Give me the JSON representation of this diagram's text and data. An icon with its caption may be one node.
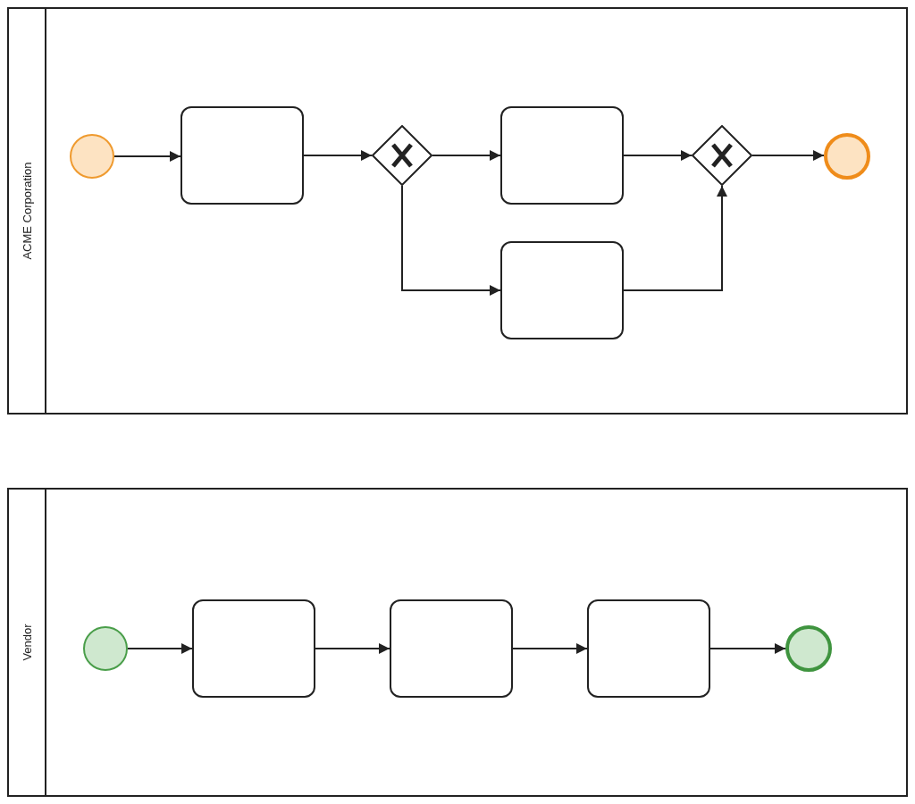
{
  "diagram": {
    "nodes": [
      {
        "text": [
          "ACME Corporation"
        ]
      },
      {
        "text": [],
        "shape": "circle",
        "in": 0
      },
      {
        "text": [],
        "shape": "box",
        "in": 0
      },
      {
        "text": [],
        "shape": "diamond",
        "in": 0
      },
      {
        "text": [],
        "shape": "box",
        "in": 0
      },
      {
        "text": [],
        "shape": "box",
        "in": 0
      },
      {
        "text": [],
        "shape": "diamond",
        "in": 0
      },
      {
        "text": [],
        "shape": "circle",
        "in": 0
      },
      {
        "text": [
          "Vendor"
        ]
      },
      {
        "text": [],
        "shape": "circle",
        "in": 8
      },
      {
        "text": [],
        "shape": "box",
        "in": 8
      },
      {
        "text": [],
        "shape": "box",
        "in": 8
      },
      {
        "text": [],
        "shape": "box",
        "in": 8
      },
      {
        "text": [],
        "shape": "circle",
        "in": 8
      }
    ],
    "edges": [
      {
        "from": 1,
        "to": 2,
        "arrow": "to"
      },
      {
        "from": 2,
        "to": 3,
        "arrow": "to"
      },
      {
        "from": 3,
        "to": 4,
        "arrow": "to"
      },
      {
        "from": 3,
        "to": 5,
        "arrow": "to"
      },
      {
        "from": 4,
        "to": 6,
        "arrow": "to"
      },
      {
        "from": 5,
        "to": 6,
        "arrow": "to"
      },
      {
        "from": 6,
        "to": 7,
        "arrow": "to"
      },
      {
        "from": 9,
        "to": 10,
        "arrow": "to"
      },
      {
        "from": 10,
        "to": 11,
        "arrow": "to"
      },
      {
        "from": 11,
        "to": 12,
        "arrow": "to"
      },
      {
        "from": 12,
        "to": 13,
        "arrow": "to"
      }
    ]
  }
}
